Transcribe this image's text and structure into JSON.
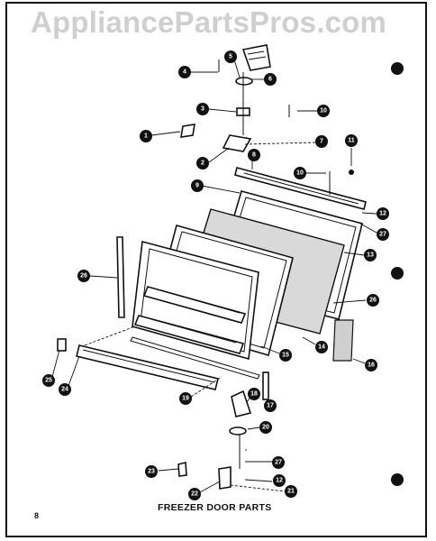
{
  "watermark": "AppliancePartsPros.com",
  "caption": "FREEZER DOOR PARTS",
  "page_number": "8",
  "callouts": [
    "1",
    "2",
    "3",
    "4",
    "5",
    "6",
    "7",
    "8",
    "9",
    "10",
    "10",
    "11",
    "12",
    "12",
    "13",
    "14",
    "15",
    "16",
    "17",
    "18",
    "19",
    "20",
    "21",
    "22",
    "23",
    "24",
    "25",
    "26",
    "26",
    "27",
    "27"
  ],
  "colors": {
    "ink": "#111111",
    "watermark": "#cfcfcf",
    "background": "#ffffff"
  }
}
